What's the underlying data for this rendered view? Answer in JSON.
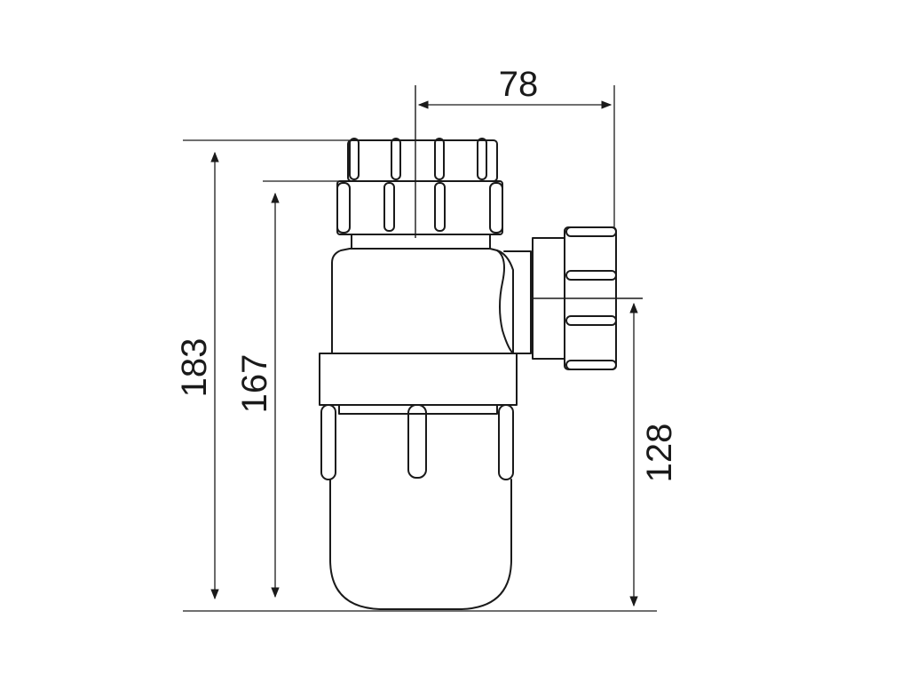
{
  "dimensions": {
    "width_top": "78",
    "height_total": "183",
    "height_body": "167",
    "height_outlet": "128"
  },
  "colors": {
    "line": "#1a1a1a",
    "background": "#ffffff"
  }
}
